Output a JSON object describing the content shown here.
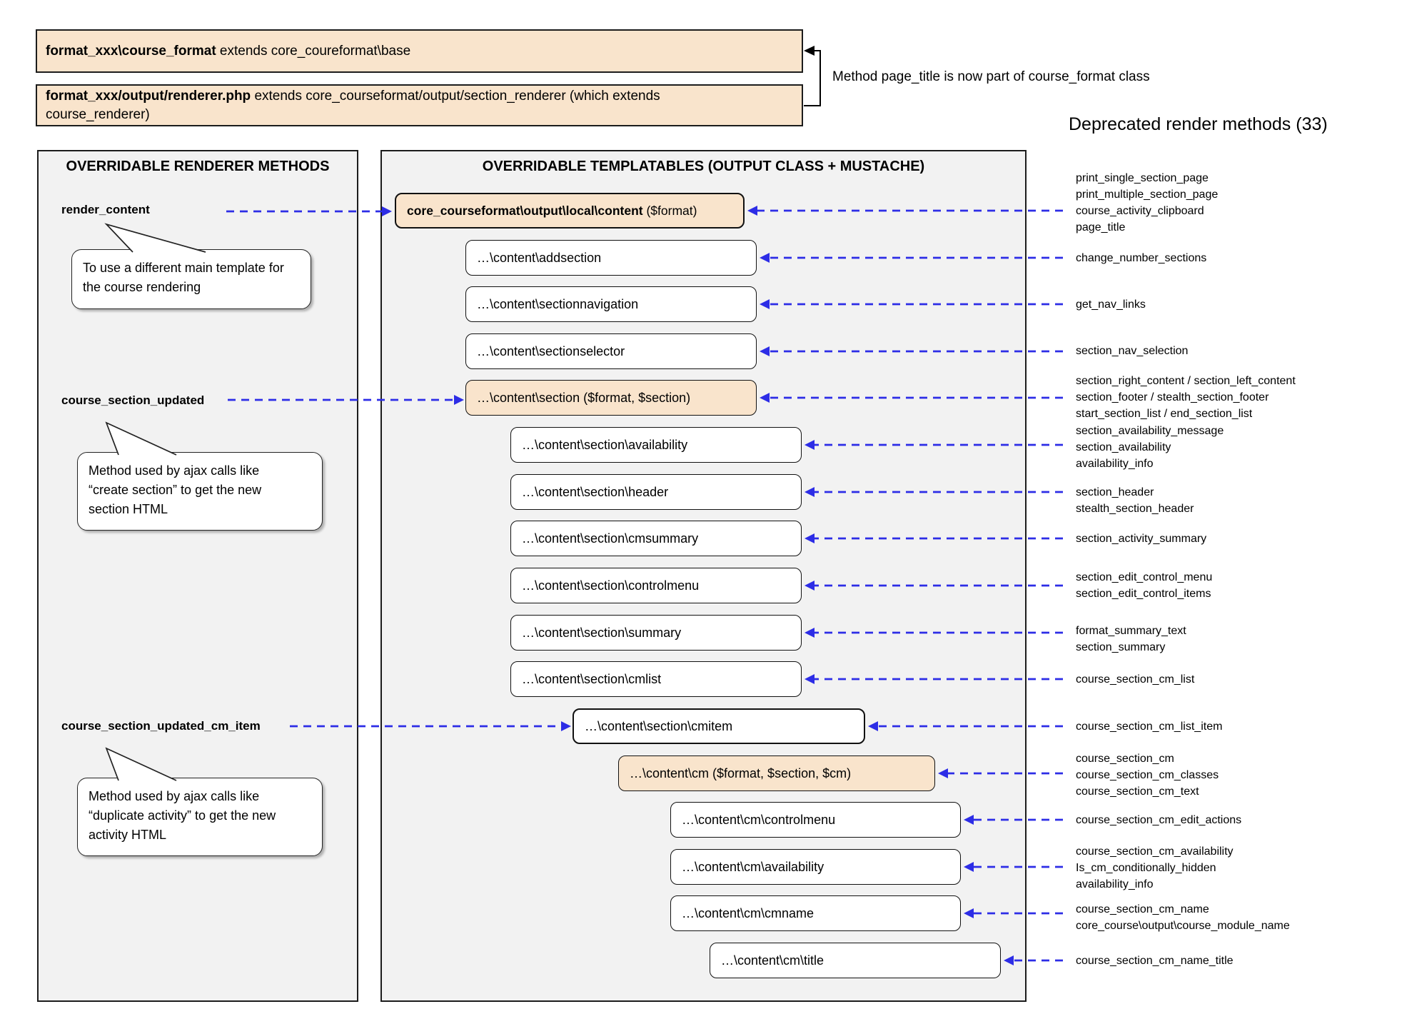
{
  "colors": {
    "arrow_blue": "#2d2de6",
    "box_orange": "#f9e4cc",
    "panel_gray": "#f2f2f2",
    "border_dark": "#1c1c1c"
  },
  "top": {
    "box1": {
      "bold": "format_xxx\\course_format",
      "rest": " extends core_coureformat\\base"
    },
    "box2": {
      "bold": "format_xxx/output/renderer.php",
      "rest": " extends core_courseformat/output/section_renderer (which extends\ncourse_renderer)"
    },
    "note": "Method page_title is now part of course_format class",
    "deprecated_title": "Deprecated render methods (33)"
  },
  "left_panel": {
    "title": "OVERRIDABLE RENDERER METHODS",
    "methods": [
      {
        "label": "render_content",
        "bubble": "To use a different main template for\nthe course rendering"
      },
      {
        "label": "course_section_updated",
        "bubble": "Method used by ajax calls like\n“create section” to get the new\nsection HTML"
      },
      {
        "label": "course_section_updated_cm_item",
        "bubble": "Method used by ajax calls like\n“duplicate activity” to get the new\nactivity HTML"
      }
    ]
  },
  "middle_panel": {
    "title": "OVERRIDABLE TEMPLATABLES (OUTPUT CLASS + MUSTACHE)",
    "boxes": [
      {
        "bold": "core_courseformat\\output\\local\\content",
        "rest": " ($format)"
      },
      {
        "label": "…\\content\\addsection"
      },
      {
        "label": "…\\content\\sectionnavigation"
      },
      {
        "label": "…\\content\\sectionselector"
      },
      {
        "label": "…\\content\\section ($format, $section)"
      },
      {
        "label": "…\\content\\section\\availability"
      },
      {
        "label": "…\\content\\section\\header"
      },
      {
        "label": "…\\content\\section\\cmsummary"
      },
      {
        "label": "…\\content\\section\\controlmenu"
      },
      {
        "label": "…\\content\\section\\summary"
      },
      {
        "label": "…\\content\\section\\cmlist"
      },
      {
        "label": "…\\content\\section\\cmitem"
      },
      {
        "label": "…\\content\\cm ($format, $section, $cm)"
      },
      {
        "label": "…\\content\\cm\\controlmenu"
      },
      {
        "label": "…\\content\\cm\\availability"
      },
      {
        "label": "…\\content\\cm\\cmname"
      },
      {
        "label": "…\\content\\cm\\title"
      }
    ]
  },
  "right_list": {
    "groups": [
      {
        "lines": [
          "print_single_section_page",
          "print_multiple_section_page",
          "course_activity_clipboard",
          "page_title"
        ]
      },
      {
        "lines": [
          "change_number_sections"
        ]
      },
      {
        "lines": [
          "get_nav_links"
        ]
      },
      {
        "lines": [
          "section_nav_selection"
        ]
      },
      {
        "lines": [
          "section_right_content / section_left_content",
          "section_footer / stealth_section_footer",
          "start_section_list / end_section_list"
        ]
      },
      {
        "lines": [
          "section_availability_message",
          "section_availability",
          "availability_info"
        ]
      },
      {
        "lines": [
          "section_header",
          "stealth_section_header"
        ]
      },
      {
        "lines": [
          "section_activity_summary"
        ]
      },
      {
        "lines": [
          "section_edit_control_menu",
          "section_edit_control_items"
        ]
      },
      {
        "lines": [
          "format_summary_text",
          "section_summary"
        ]
      },
      {
        "lines": [
          "course_section_cm_list"
        ]
      },
      {
        "lines": [
          "course_section_cm_list_item"
        ]
      },
      {
        "lines": [
          "course_section_cm",
          "course_section_cm_classes",
          "course_section_cm_text"
        ]
      },
      {
        "lines": [
          "course_section_cm_edit_actions"
        ]
      },
      {
        "lines": [
          "course_section_cm_availability",
          "Is_cm_conditionally_hidden",
          "availability_info"
        ]
      },
      {
        "lines": [
          "course_section_cm_name",
          "core_course\\output\\course_module_name"
        ]
      },
      {
        "lines": [
          "course_section_cm_name_title"
        ]
      }
    ]
  }
}
